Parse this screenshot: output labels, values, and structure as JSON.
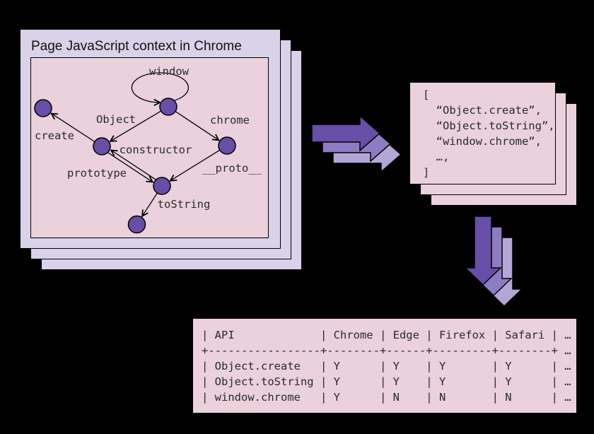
{
  "colors": {
    "background": "#000000",
    "card_lavender": "#d9d2e9",
    "card_pink": "#ead1dc",
    "node_purple": "#674ea7",
    "arrow_dark": "#674ea7",
    "arrow_medium": "#8e7cc3",
    "arrow_light": "#b4a7d6"
  },
  "graph_card": {
    "title": "Page JavaScript context in Chrome",
    "labels": {
      "window": "window",
      "object": "Object",
      "chrome": "chrome",
      "create": "create",
      "constructor": "constructor",
      "prototype": "prototype",
      "proto": "__proto__",
      "tostring": "toString"
    }
  },
  "api_list_card": {
    "lines": [
      "[",
      "  “Object.create”,",
      "  “Object.toString”,",
      "  “window.chrome”,",
      "  …,",
      "]"
    ]
  },
  "api_table_card": {
    "lines": [
      "| API             | Chrome | Edge | Firefox | Safari | …",
      "+-----------------+--------+------+---------+--------+ …",
      "| Object.create   | Y      | Y    | Y       | Y      | …",
      "| Object.toString | Y      | Y    | Y       | Y      | …",
      "| window.chrome   | Y      | N    | N       | N      | …"
    ]
  }
}
